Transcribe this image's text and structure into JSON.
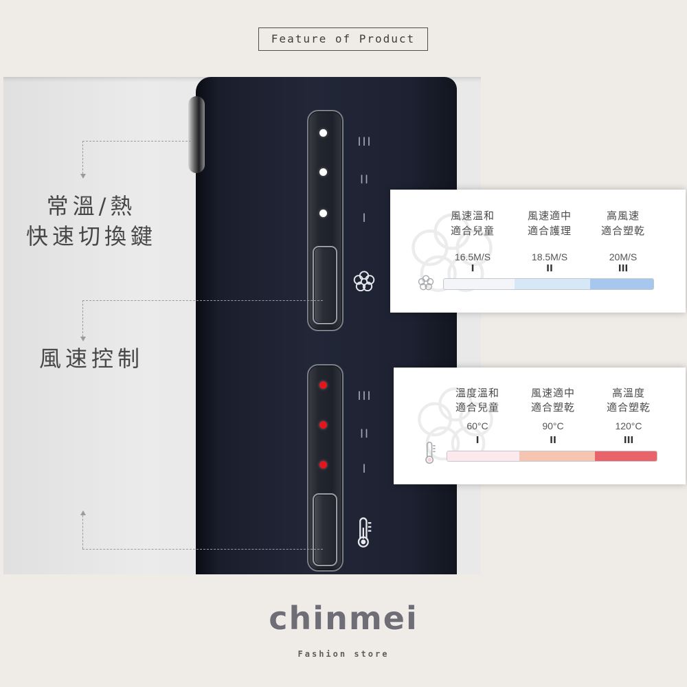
{
  "header": {
    "title": "Feature of Product"
  },
  "callouts": {
    "toggle_line1": "常溫/熱",
    "toggle_line2": "快速切換鍵",
    "fan_control": "風速控制"
  },
  "dryer": {
    "fan_panel": {
      "levels": [
        "III",
        "II",
        "I"
      ],
      "indicator_color": "#ffffff",
      "icon": "fan-icon"
    },
    "heat_panel": {
      "levels": [
        "III",
        "II",
        "I"
      ],
      "indicator_color": "#e3151d",
      "icon": "thermometer-icon"
    }
  },
  "fan_card": {
    "icon": "fan-icon",
    "columns": [
      {
        "line1": "風速溫和",
        "line2": "適合兒童",
        "value": "16.5M/S",
        "level": "I",
        "color": "#f3f5f8"
      },
      {
        "line1": "風速適中",
        "line2": "適合護理",
        "value": "18.5M/S",
        "level": "II",
        "color": "#d6e8f8"
      },
      {
        "line1": "高風速",
        "line2": "適合塑乾",
        "value": "20M/S",
        "level": "III",
        "color": "#a6c7ee"
      }
    ]
  },
  "heat_card": {
    "icon": "thermometer-icon",
    "columns": [
      {
        "line1": "溫度溫和",
        "line2": "適合兒童",
        "value": "60°C",
        "level": "I",
        "color": "#fbe9ee"
      },
      {
        "line1": "風速適中",
        "line2": "適合塑乾",
        "value": "90°C",
        "level": "II",
        "color": "#f5c5b2"
      },
      {
        "line1": "高溫度",
        "line2": "適合塑乾",
        "value": "120°C",
        "level": "III",
        "color": "#e9636b"
      }
    ]
  },
  "brand": {
    "name": "chinmei",
    "tagline": "Fashion store"
  },
  "colors": {
    "background": "#efebe7",
    "dryer_body": "#1f2435",
    "callout_line": "#9b9b9b"
  }
}
